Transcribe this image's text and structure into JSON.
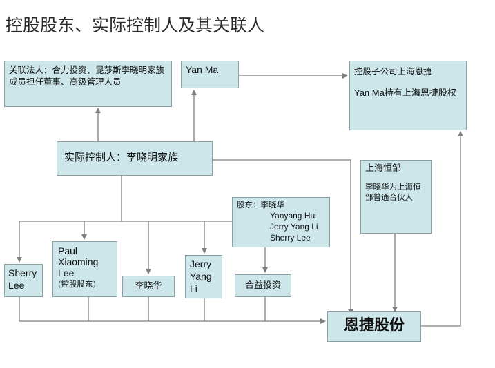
{
  "title": "控股股东、实际控制人及其关联人",
  "boxes": {
    "related_persons": "关联法人：合力投资、昆莎斯李晓明家族成员担任董事、高级管理人员",
    "yan_ma": "Yan Ma",
    "subsidiary": {
      "line1": "控股子公司上海恩捷",
      "line2": "Yan Ma持有上海恩捷股权"
    },
    "actual_controller": "实际控制人：李晓明家族",
    "shanghai_hengyong": {
      "line1": "上海恒邹",
      "line2": "李晓华为上海恒邹普通合伙人"
    },
    "shareholders": {
      "label": "股东：李晓华",
      "names": [
        "Yanyang Hui",
        "Jerry Yang Li",
        "Sherry Lee"
      ]
    },
    "sherry_lee": "Sherry Lee",
    "paul": {
      "name": "Paul Xiaoming Lee",
      "note": "(控股股东)"
    },
    "li_xiaohua": "李晓华",
    "jerry": "Jerry Yang Li",
    "heyi": "合益投资",
    "enjie": "恩捷股份"
  }
}
